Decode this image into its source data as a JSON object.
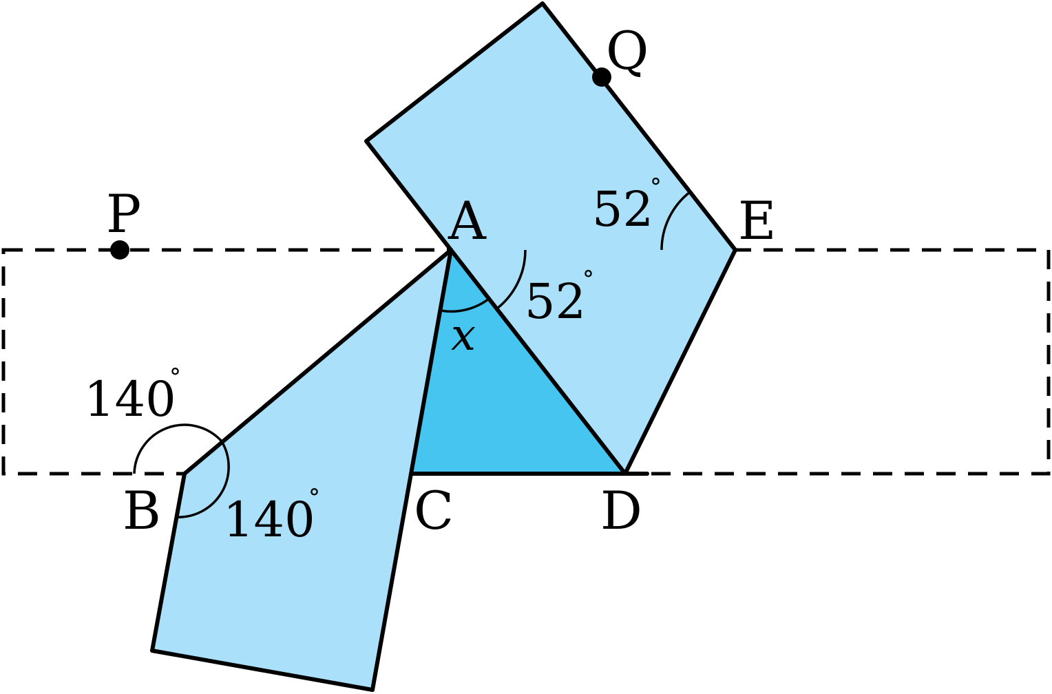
{
  "colors": {
    "light_fill": "#ABE0FA",
    "dark_fill": "#45C5F0",
    "stroke": "#000000"
  },
  "points": {
    "A": "A",
    "B": "B",
    "C": "C",
    "D": "D",
    "E": "E",
    "P": "P",
    "Q": "Q"
  },
  "angles": {
    "angle_E": "52",
    "angle_A": "52",
    "angle_B_top": "140",
    "angle_B_bottom": "140",
    "degree_symbol": "°",
    "unknown": "x"
  }
}
